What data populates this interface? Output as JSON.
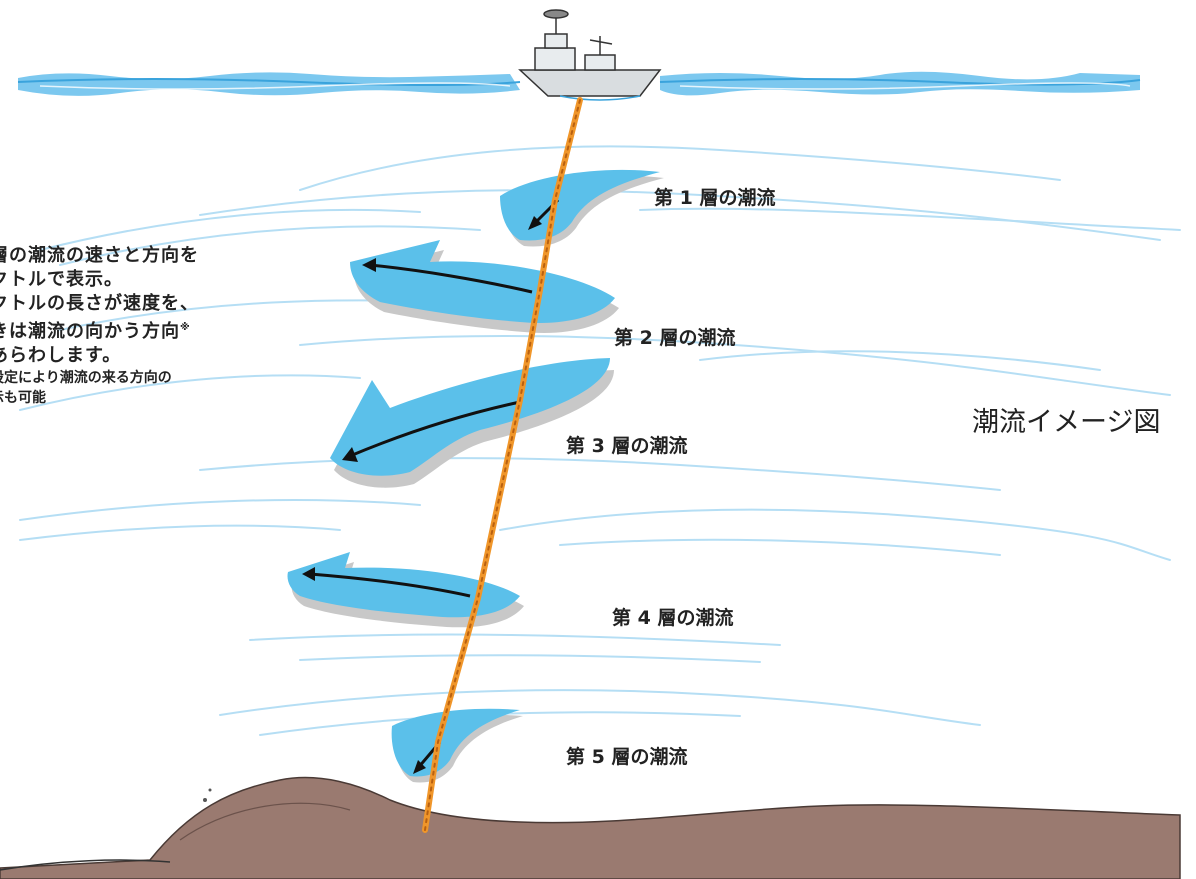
{
  "title": "潮流イメージ図",
  "layers": [
    {
      "label": "第 1 層の潮流"
    },
    {
      "label": "第 2 層の潮流"
    },
    {
      "label": "第 3 層の潮流"
    },
    {
      "label": "第 4 層の潮流"
    },
    {
      "label": "第 5 層の潮流"
    }
  ],
  "explanation": {
    "line1": "層の潮流の速さと方向を",
    "line2": "クトルで表示。",
    "line3": "クトルの長さが速度を、",
    "line4": "きは潮流の向かう方向",
    "mark": "※",
    "line5": "あらわします。",
    "note1": "設定により潮流の来る方向の",
    "note2": "示も可能"
  },
  "colors": {
    "water": "#7cc8ef",
    "arrow_fill": "#5bc0ea",
    "arrow_shadow": "#c8c8c8",
    "cable": "#f0962a",
    "seabed": "#9a7a70",
    "ship": "#d9dde0"
  }
}
